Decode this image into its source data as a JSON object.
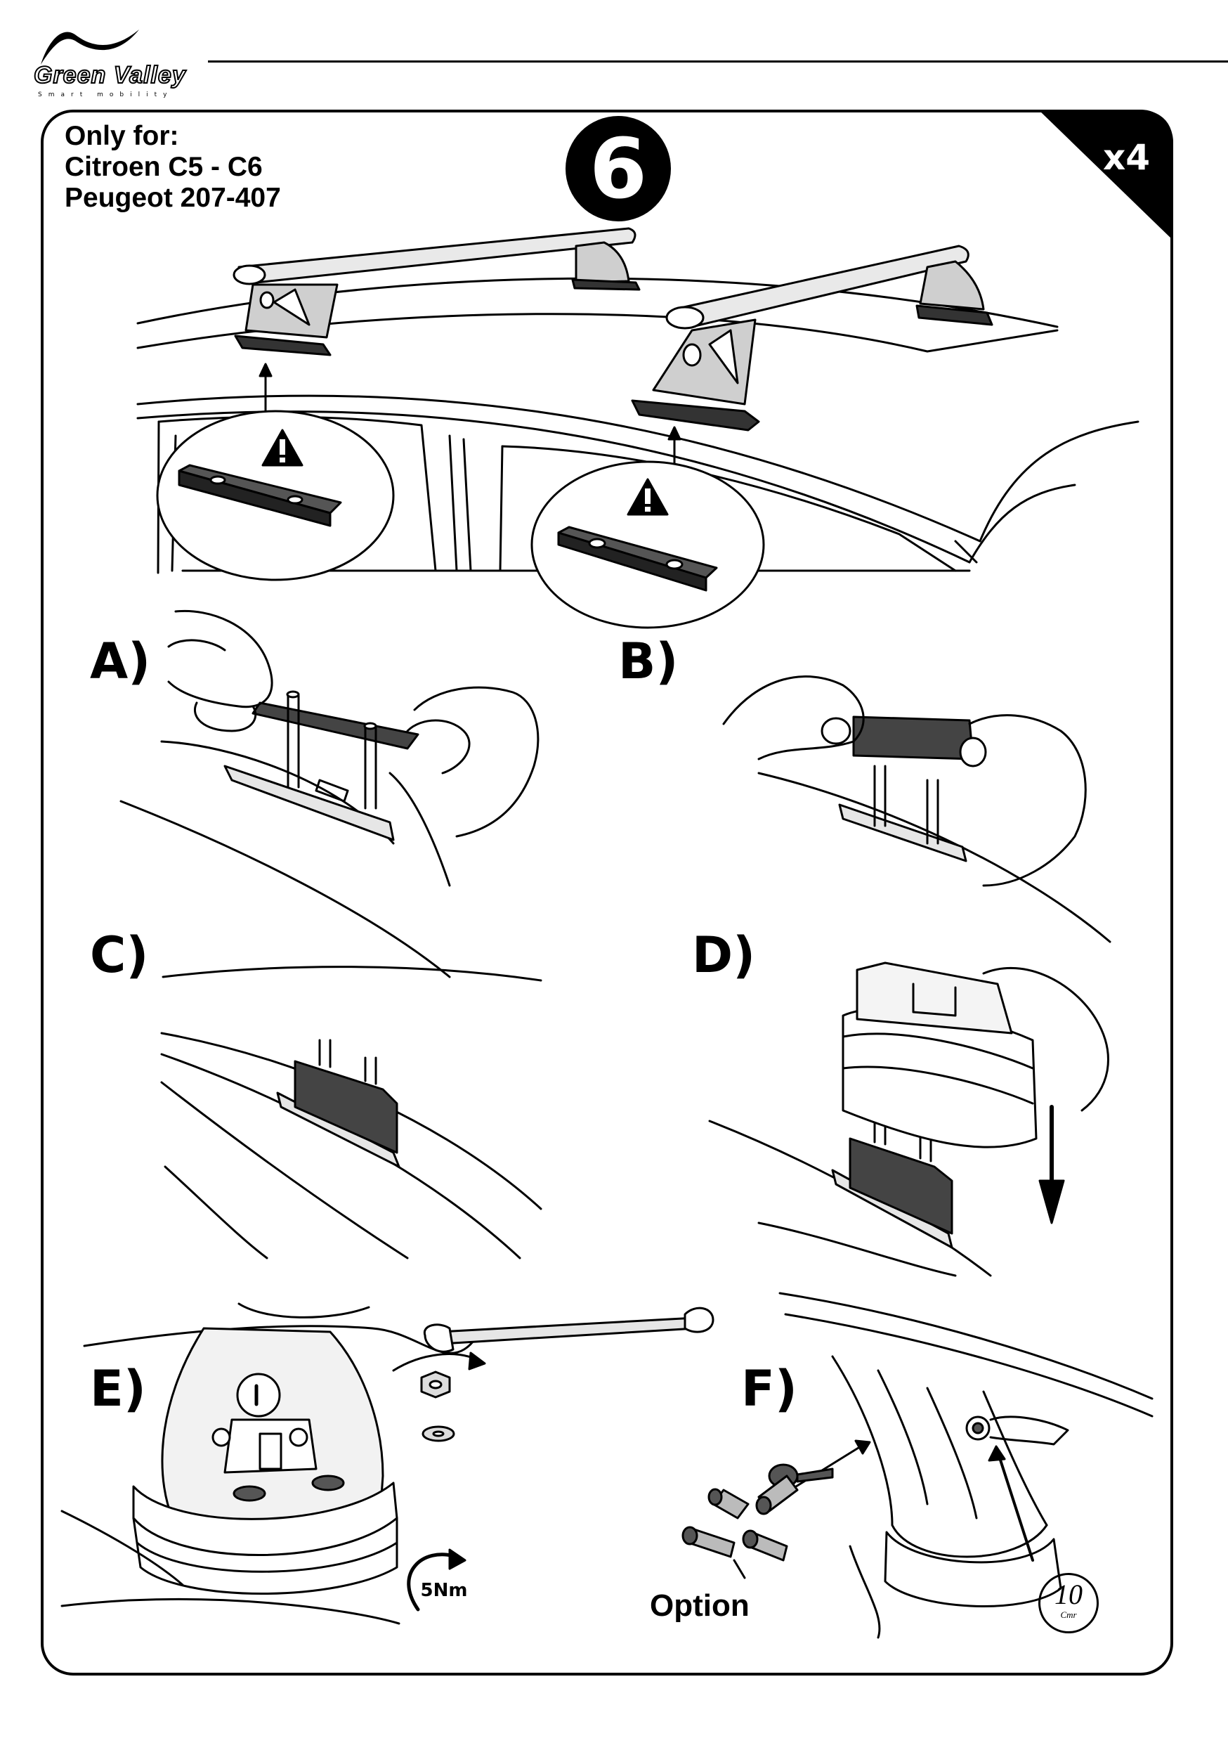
{
  "brand": {
    "name": "Green Valley",
    "tagline": "Smart mobility"
  },
  "note": {
    "line1": "Only for:",
    "line2": "Citroen C5 - C6",
    "line3": "Peugeot  207-407"
  },
  "step": {
    "number": "6",
    "quantity": "x4"
  },
  "panels": {
    "a": "A)",
    "b": "B)",
    "c": "C)",
    "d": "D)",
    "e": "E)",
    "f": "F)"
  },
  "labels": {
    "option": "Option",
    "torque": "5Nm",
    "stamp_number": "10",
    "stamp_unit": "Cmr"
  },
  "icons": [
    "warning-icon",
    "arrow-up-icon",
    "arrow-down-icon",
    "rotate-arrow-icon",
    "wrench-icon",
    "key-icon",
    "lock-cylinder-icon"
  ]
}
